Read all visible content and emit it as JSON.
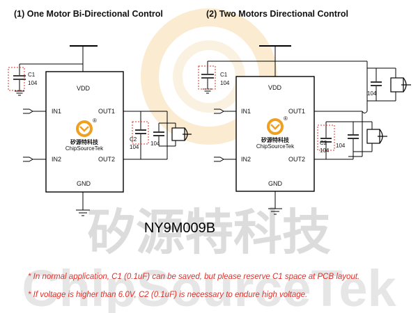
{
  "diagram1": {
    "title": "(1)  One Motor Bi-Directional Control",
    "vdd": "VDD",
    "gnd": "GND",
    "in1": "IN1",
    "in2": "IN2",
    "out1": "OUT1",
    "out2": "OUT2",
    "c1_name": "C1",
    "c1_value": "104",
    "c2_name": "C2",
    "c2_value": "104",
    "motor_cap_value": "104",
    "logo_cn": "矽源特科技",
    "logo_en": "ChipSourceTek",
    "logo_mark": "®"
  },
  "diagram2": {
    "title": "(2)  Two Motors Directional Control",
    "vdd": "VDD",
    "gnd": "GND",
    "in1": "IN1",
    "in2": "IN2",
    "out1": "OUT1",
    "out2": "OUT2",
    "c1_name": "C1",
    "c1_value": "104",
    "c2_name": "C2",
    "c2_value": "104",
    "motor1_cap_value": "104",
    "motor2_cap_value": "104",
    "logo_cn": "矽源特科技",
    "logo_en": "ChipSourceTek",
    "logo_mark": "®"
  },
  "model": "NY9M009B",
  "watermark": {
    "cn": "矽源特科技",
    "en": "ChipSourceTek"
  },
  "notes": [
    "* In normal application, C1 (0.1uF) can be saved, but please reserve C1 space at PCB layout.",
    "* If voltage is higher than 6.0V, C2 (0.1uF) is necessary to endure high voltage."
  ],
  "colors": {
    "note": "#e0302a",
    "logo_orange": "#f0a020",
    "watermark": "#dcdcdc"
  }
}
